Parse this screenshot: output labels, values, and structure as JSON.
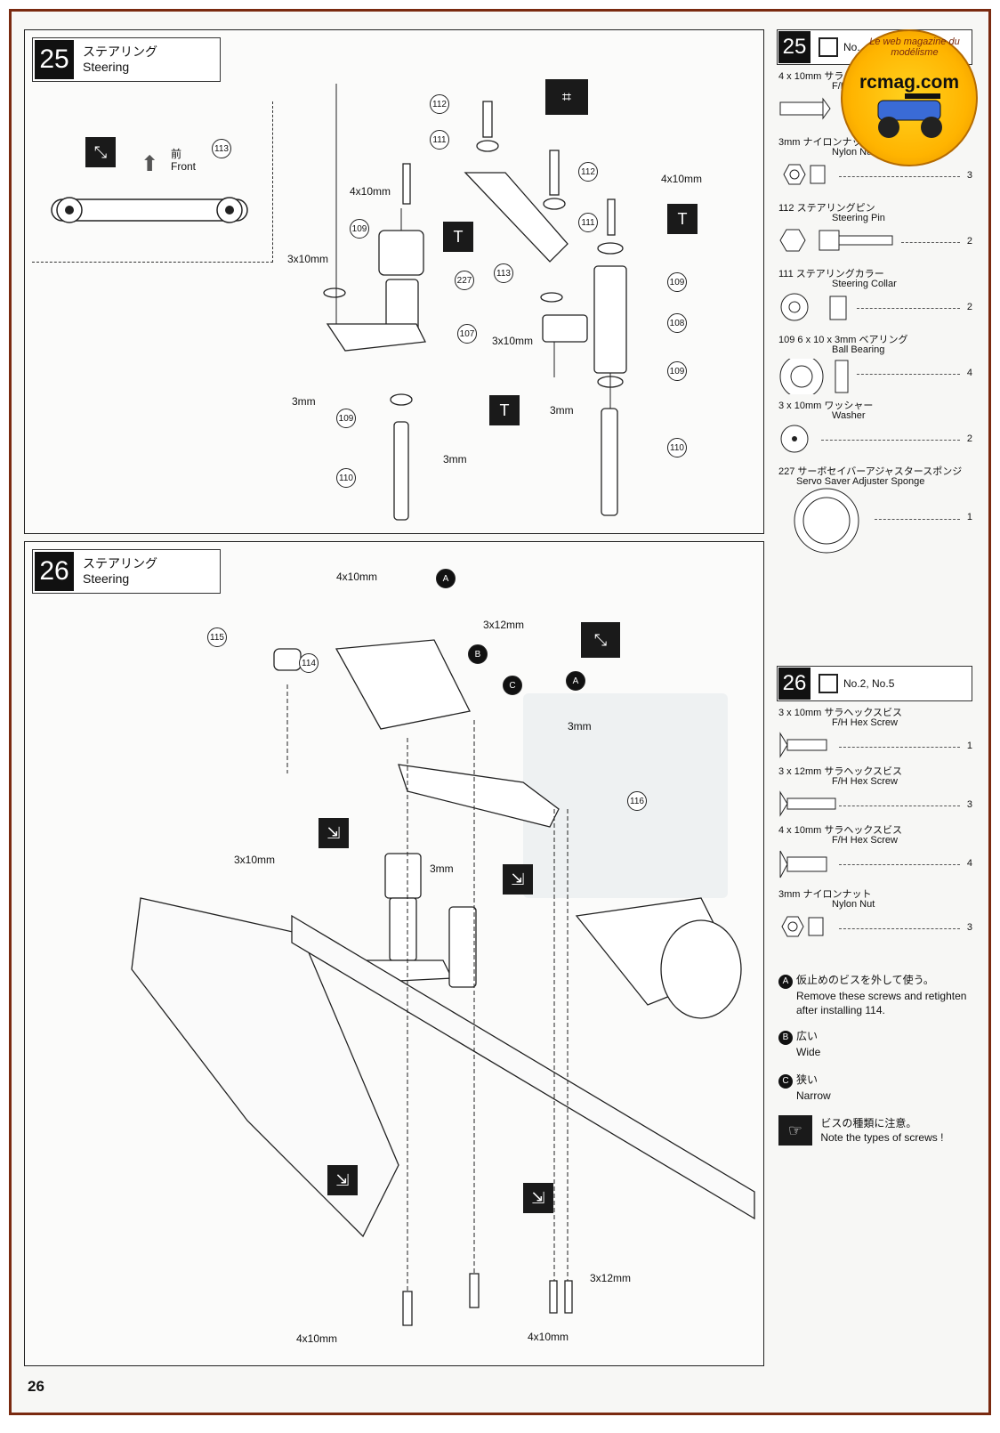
{
  "page_number": "26",
  "logo": {
    "tagline": "Le web magazine du modélisme",
    "name": "rcmag.com"
  },
  "step25": {
    "number": "25",
    "title_jp": "ステアリング",
    "title_en": "Steering",
    "front_jp": "前",
    "front_en": "Front",
    "labels": [
      "4x10mm",
      "3x10mm",
      "3mm",
      "3mm",
      "3x10mm",
      "3mm",
      "4x10mm"
    ],
    "callouts": [
      "112",
      "111",
      "109",
      "227",
      "107",
      "109",
      "110",
      "113",
      "112",
      "111",
      "109",
      "108",
      "109",
      "110",
      "113"
    ]
  },
  "step26": {
    "number": "26",
    "title_jp": "ステアリング",
    "title_en": "Steering",
    "labels": [
      "4x10mm",
      "3x12mm",
      "3mm",
      "3x10mm",
      "3mm",
      "3x12mm",
      "4x10mm",
      "4x10mm"
    ],
    "callouts": [
      "115",
      "114",
      "116"
    ],
    "letters": [
      "A",
      "B",
      "C",
      "A"
    ]
  },
  "parts25": {
    "number": "25",
    "bag": "No.",
    "items": [
      {
        "size": "4 x 10mm",
        "jp": "サラ",
        "en": "F/H",
        "qty": ""
      },
      {
        "size": "3mm",
        "jp": "ナイロンナット",
        "en": "Nylon Nut",
        "qty": "3"
      },
      {
        "size": "112",
        "jp": "ステアリングピン",
        "en": "Steering Pin",
        "qty": "2"
      },
      {
        "size": "111",
        "jp": "ステアリングカラー",
        "en": "Steering Collar",
        "qty": "2"
      },
      {
        "size": "109",
        "jp": "6 x 10 x 3mm ベアリング",
        "en": "Ball Bearing",
        "qty": "4"
      },
      {
        "size": "3 x 10mm",
        "jp": "ワッシャー",
        "en": "Washer",
        "qty": "2"
      },
      {
        "size": "227",
        "jp": "サーボセイバーアジャスタースポンジ",
        "en": "Servo Saver Adjuster Sponge",
        "qty": "1"
      }
    ]
  },
  "parts26": {
    "number": "26",
    "bag": "No.2, No.5",
    "items": [
      {
        "size": "3 x 10mm",
        "jp": "サラヘックスビス",
        "en": "F/H Hex Screw",
        "qty": "1"
      },
      {
        "size": "3 x 12mm",
        "jp": "サラヘックスビス",
        "en": "F/H Hex Screw",
        "qty": "3"
      },
      {
        "size": "4 x 10mm",
        "jp": "サラヘックスビス",
        "en": "F/H Hex Screw",
        "qty": "4"
      },
      {
        "size": "3mm",
        "jp": "ナイロンナット",
        "en": "Nylon Nut",
        "qty": "3"
      }
    ]
  },
  "notes": {
    "a_jp": "仮止めのビスを外して使う。",
    "a_en": "Remove these screws and retighten after installing",
    "a_ref": "114",
    "b_jp": "広い",
    "b_en": "Wide",
    "c_jp": "狭い",
    "c_en": "Narrow",
    "screw_jp": "ビスの種類に注意。",
    "screw_en": "Note the types of screws !"
  }
}
